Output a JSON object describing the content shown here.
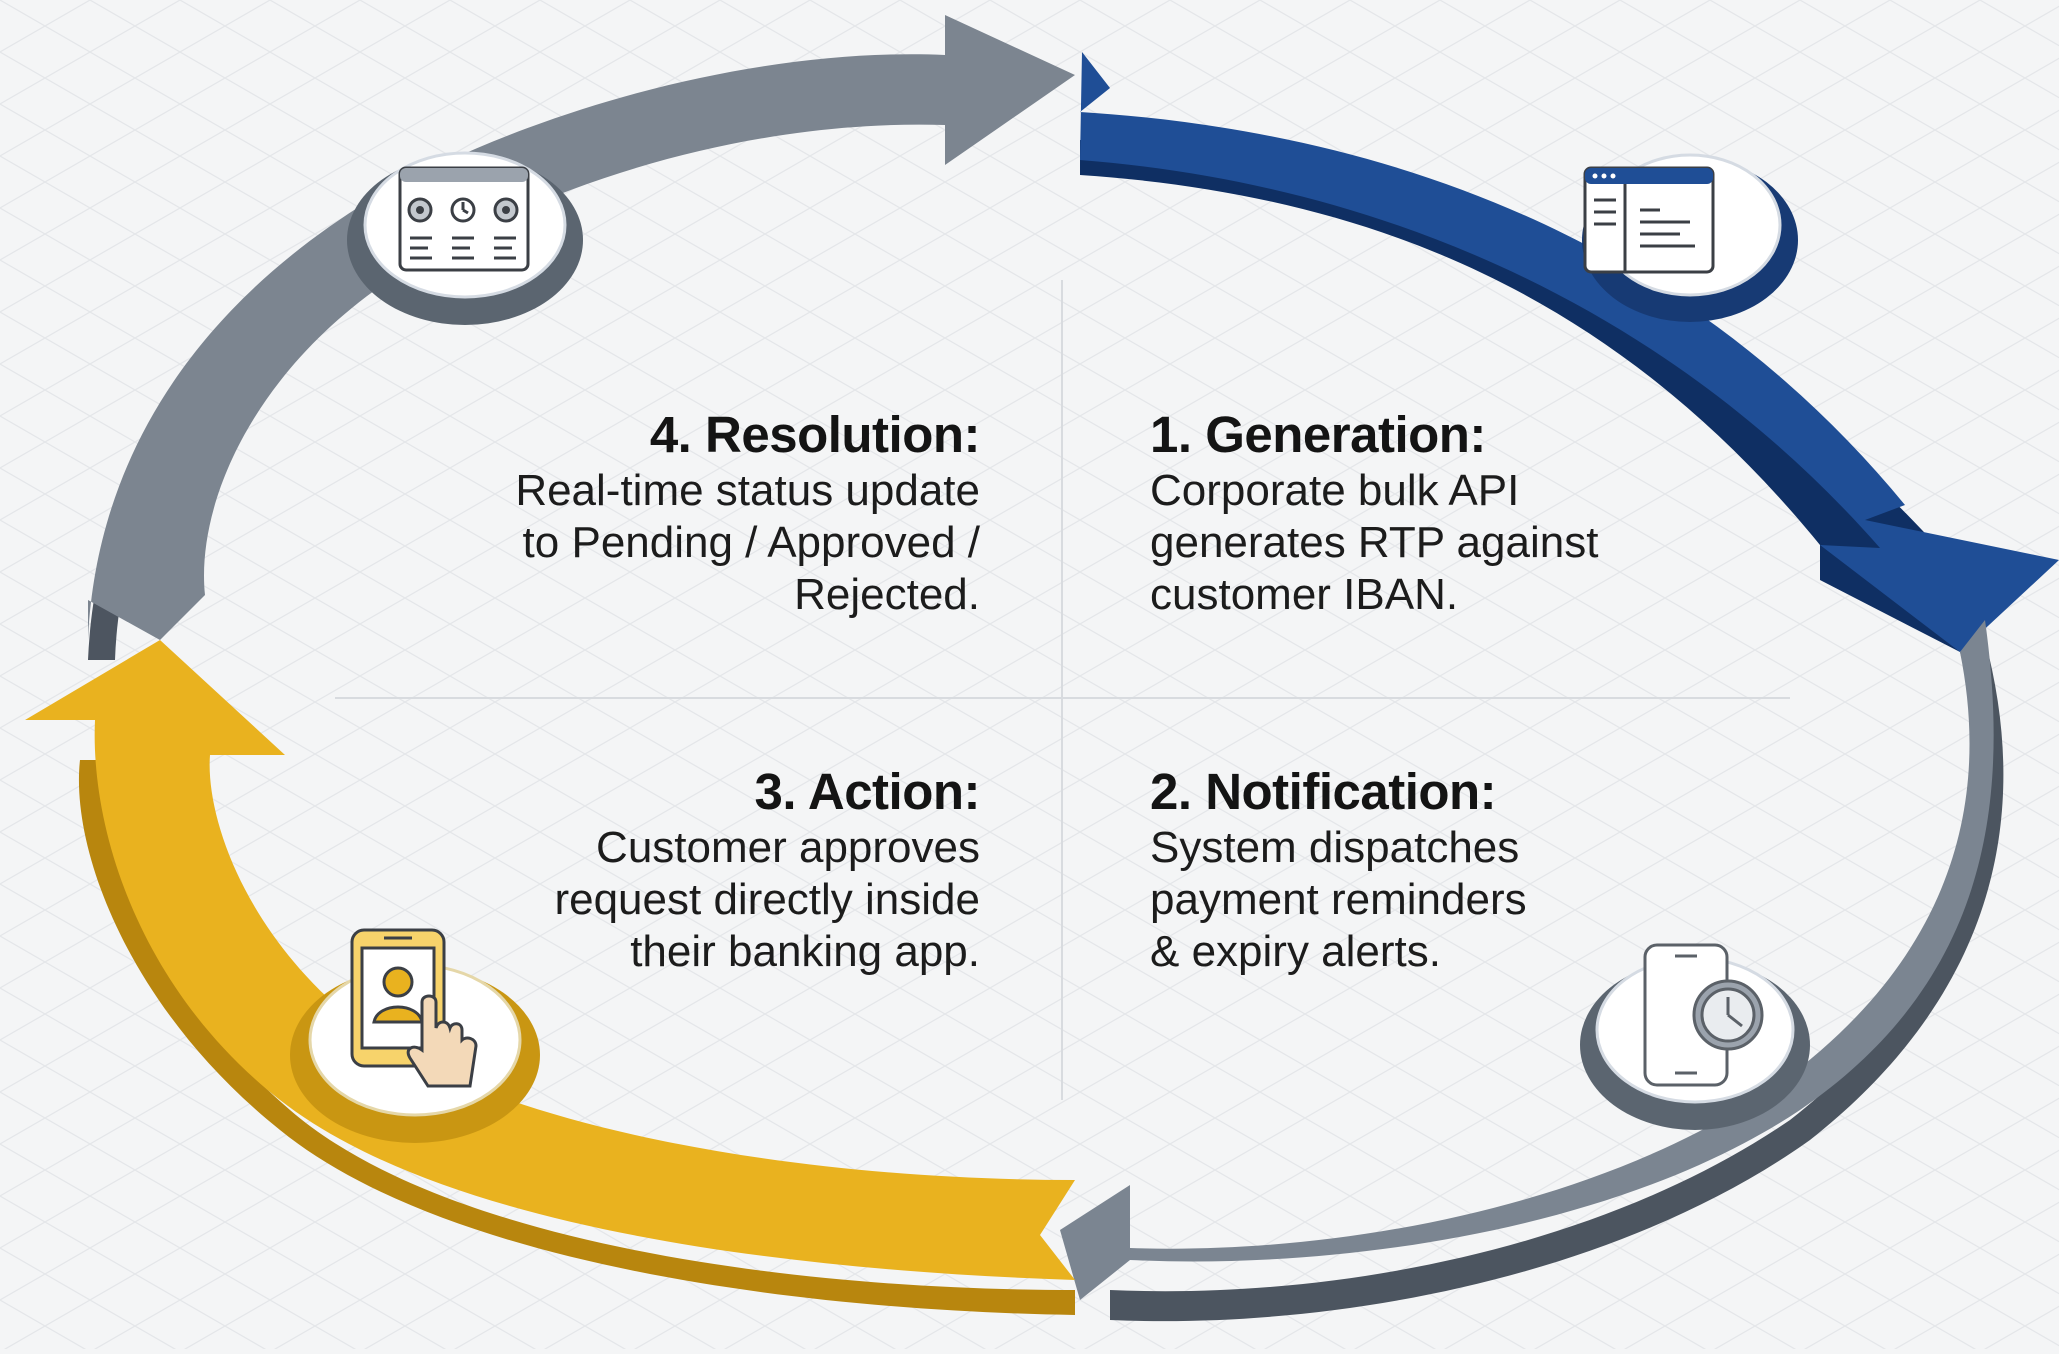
{
  "colors": {
    "background": "#f4f5f6",
    "generation_blue": "#1f4e96",
    "notification_gray": "#7b8591",
    "action_yellow": "#e9b21f",
    "resolution_gray": "#7c8590",
    "text": "#141414"
  },
  "steps": [
    {
      "title": "1. Generation:",
      "lines": [
        "Corporate bulk API",
        "generates RTP against",
        "customer IBAN."
      ],
      "icon": "dashboard-window-icon"
    },
    {
      "title": "2. Notification:",
      "lines": [
        "System dispatches",
        "payment reminders",
        "& expiry alerts."
      ],
      "icon": "phone-clock-icon"
    },
    {
      "title": "3. Action:",
      "lines": [
        "Customer approves",
        "request directly inside",
        "their banking app."
      ],
      "icon": "phone-tap-icon"
    },
    {
      "title": "4. Resolution:",
      "lines": [
        "Real-time status update",
        "to Pending / Approved /",
        "Rejected."
      ],
      "icon": "status-dashboard-icon"
    }
  ]
}
